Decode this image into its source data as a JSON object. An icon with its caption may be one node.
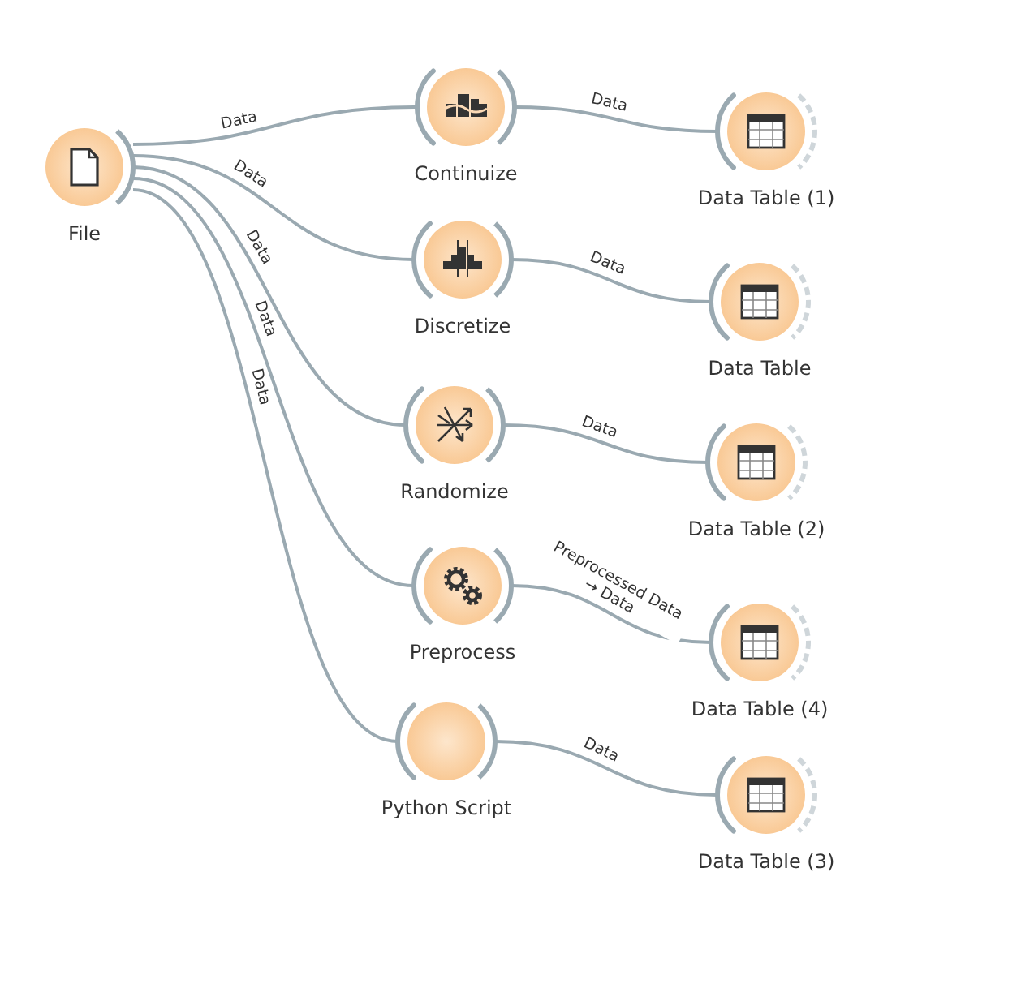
{
  "diagram": {
    "nodes": [
      {
        "text": [
          "File"
        ]
      },
      {
        "text": [
          "Continuize"
        ]
      },
      {
        "text": [
          "Data Table (1)"
        ]
      },
      {
        "text": [
          "Discretize"
        ]
      },
      {
        "text": [
          "Data Table"
        ]
      },
      {
        "text": [
          "Randomize"
        ]
      },
      {
        "text": [
          "Data Table (2)"
        ]
      },
      {
        "text": [
          "Preprocess"
        ]
      },
      {
        "text": [
          "Data Table (4)"
        ]
      },
      {
        "text": [
          "Python Script"
        ]
      },
      {
        "text": [
          "Data Table (3)"
        ]
      }
    ],
    "edges": [
      {
        "from": 0,
        "to": 1,
        "arrow": "none",
        "label": "Data"
      },
      {
        "from": 0,
        "to": 3,
        "arrow": "none",
        "label": "Data"
      },
      {
        "from": 0,
        "to": 5,
        "arrow": "none",
        "label": "Data"
      },
      {
        "from": 0,
        "to": 7,
        "arrow": "none",
        "label": "Data"
      },
      {
        "from": 0,
        "to": 9,
        "arrow": "none",
        "label": "Data"
      },
      {
        "from": 1,
        "to": 2,
        "arrow": "none",
        "label": "Data"
      },
      {
        "from": 3,
        "to": 4,
        "arrow": "none",
        "label": "Data"
      },
      {
        "from": 5,
        "to": 6,
        "arrow": "none",
        "label": "Data"
      },
      {
        "from": 7,
        "to": 8,
        "arrow": "none",
        "label": "Preprocessed Data → Data"
      },
      {
        "from": 9,
        "to": 10,
        "arrow": "none",
        "label": "Data"
      }
    ]
  }
}
